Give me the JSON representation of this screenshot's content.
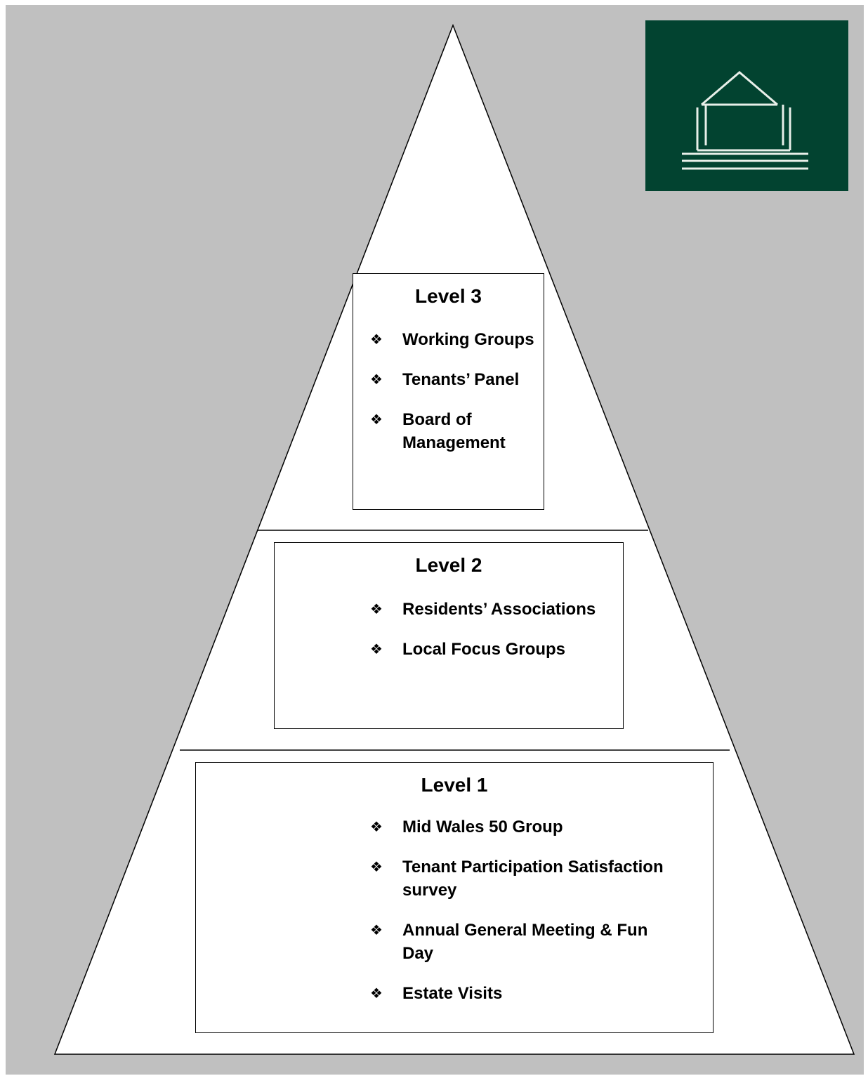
{
  "diagram": {
    "levels": [
      {
        "id": "level-3",
        "title": "Level 3",
        "items": [
          "Working Groups",
          "Tenants’ Panel",
          "Board of Management"
        ]
      },
      {
        "id": "level-2",
        "title": "Level 2",
        "items": [
          "Residents’ Associations",
          "Local Focus Groups"
        ]
      },
      {
        "id": "level-1",
        "title": "Level 1",
        "items": [
          "Mid Wales 50 Group",
          "Tenant Participation Satisfaction survey",
          "Annual General Meeting & Fun Day",
          "Estate Visits"
        ]
      }
    ],
    "bullet_glyph": "❖",
    "logo_icon": "house-logo-icon"
  },
  "colors": {
    "background": "#c0c0c0",
    "pyramid_fill": "#ffffff",
    "logo_background": "#024330",
    "logo_stroke": "#e8efe9",
    "line": "#000000"
  }
}
